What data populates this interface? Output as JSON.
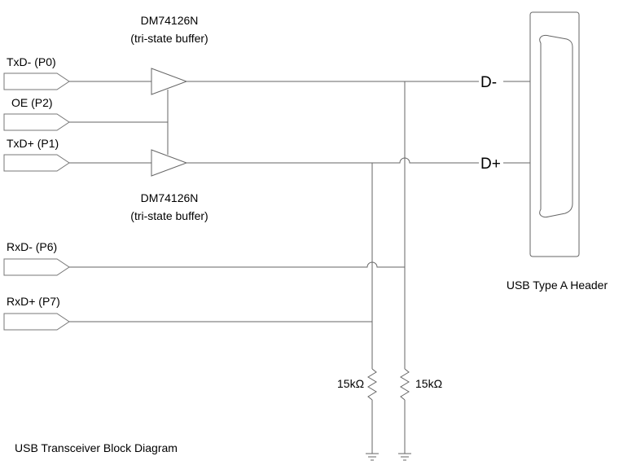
{
  "title": "USB Transceiver Block Diagram",
  "buffers": [
    {
      "part": "DM74126N",
      "desc": "(tri-state buffer)"
    },
    {
      "part": "DM74126N",
      "desc": "(tri-state buffer)"
    }
  ],
  "ports": [
    {
      "label": "TxD- (P0)"
    },
    {
      "label": "OE (P2)"
    },
    {
      "label": "TxD+ (P1)"
    },
    {
      "label": "RxD- (P6)"
    },
    {
      "label": "RxD+ (P7)"
    }
  ],
  "lines": {
    "dminus": "D-",
    "dplus": "D+"
  },
  "resistors": [
    {
      "value": "15kΩ"
    },
    {
      "value": "15kΩ"
    }
  ],
  "connector": {
    "label": "USB Type A Header"
  }
}
